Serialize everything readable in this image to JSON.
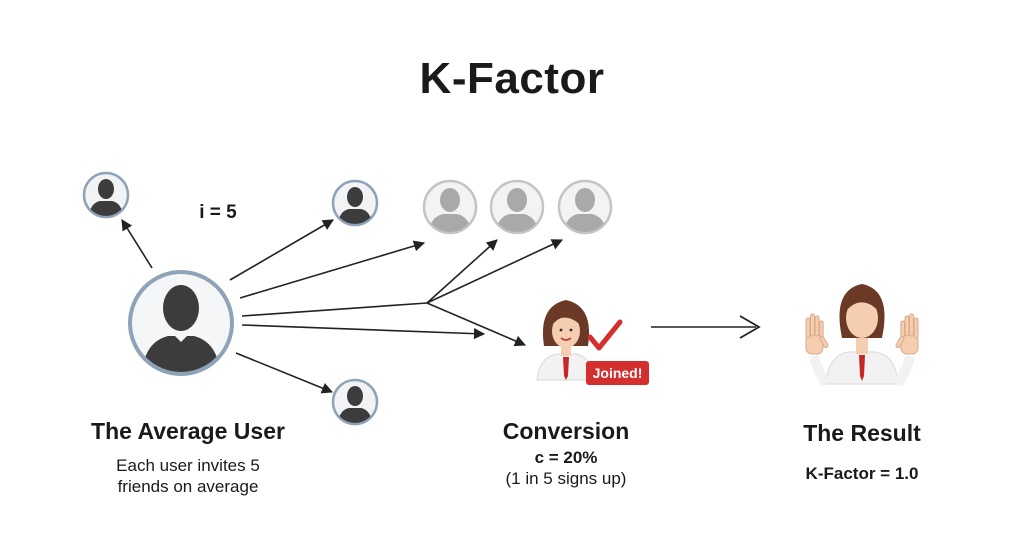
{
  "title": "K-Factor",
  "invites_label": "i = 5",
  "badge": "Joined!",
  "average_user": {
    "heading": "The Average User",
    "line1": "Each user invites 5",
    "line2": "friends on average"
  },
  "conversion": {
    "heading": "Conversion",
    "rate": "c = 20%",
    "detail": "(1 in 5 signs up)"
  },
  "result": {
    "heading": "The Result",
    "value": "K-Factor = 1.0"
  },
  "colors": {
    "avatar_dark": "#3c3c3c",
    "avatar_gray": "#a9a9a9",
    "ring": "#8fa3b8",
    "hair": "#6b3a26",
    "skin": "#f5cdb0",
    "tie": "#c62828",
    "check": "#d32f2f",
    "badge_bg": "#d32f2f"
  }
}
